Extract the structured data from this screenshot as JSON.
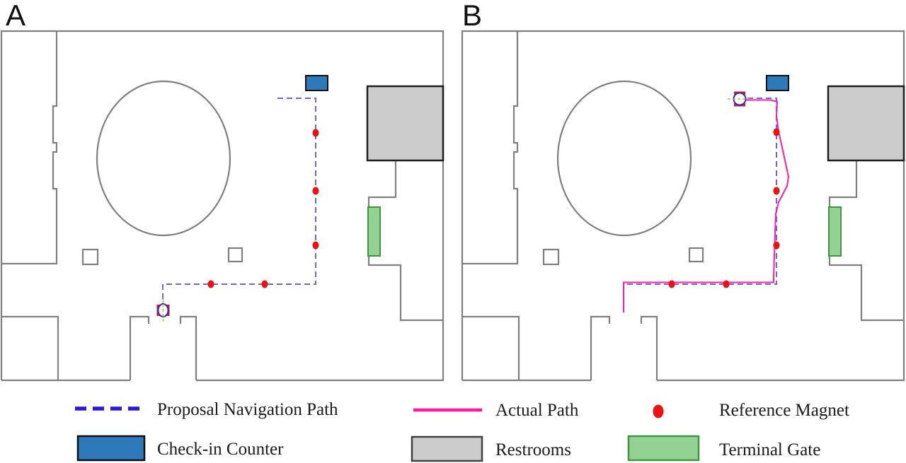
{
  "figure": {
    "panels": [
      {
        "label": "A"
      },
      {
        "label": "B"
      }
    ],
    "reference_magnets_per_panel": 5
  },
  "legend": {
    "proposal_path": {
      "label": "Proposal Navigation Path",
      "color": "#2a17dd"
    },
    "actual_path": {
      "label": "Actual Path",
      "color": "#ff18a0"
    },
    "reference_magnet": {
      "label": "Reference Magnet",
      "color": "#ee1111"
    },
    "checkin_counter": {
      "label": "Check-in Counter",
      "color": "#2e79b9"
    },
    "restrooms": {
      "label": "Restrooms",
      "color": "#cccccc"
    },
    "terminal_gate": {
      "label": "Terminal Gate",
      "color": "#93d293"
    }
  },
  "map": {
    "wall_color": "#7f7f7f",
    "proposal_dash_color": "#6a66e0",
    "actual_path_color": "#ff1ca8",
    "magnet_color": "#ee1111",
    "robot_marker_outline": "#2233cc",
    "robot_heading_color": "#f5a33b"
  }
}
